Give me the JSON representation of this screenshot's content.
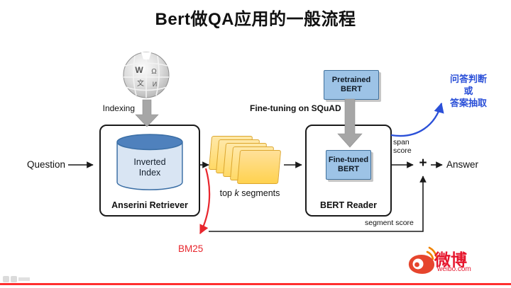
{
  "title": "Bert做QA应用的一般流程",
  "labels": {
    "indexing": "Indexing",
    "question": "Question",
    "fine_tuning": "Fine-tuning on SQuAD",
    "top_k_pre": "top ",
    "top_k_var": "k",
    "top_k_post": " segments",
    "bm25": "BM25",
    "span_score_1": "span",
    "span_score_2": "score",
    "segment_score": "segment score",
    "plus": "+",
    "answer": "Answer"
  },
  "retriever": {
    "cylinder_line1": "Inverted",
    "cylinder_line2": "Index",
    "label": "Anserini Retriever"
  },
  "reader": {
    "pretrained_line1": "Pretrained",
    "pretrained_line2": "BERT",
    "finetuned_line1": "Fine-tuned",
    "finetuned_line2": "BERT",
    "label": "BERT Reader"
  },
  "note": {
    "line1": "问答判断",
    "line2": "或",
    "line3": "答案抽取"
  },
  "footer": {
    "weibo": "微博",
    "weibo_url": "weibo.com"
  },
  "colors": {
    "accent_red": "#e8262d",
    "note_blue": "#2b50d8",
    "box_blue_fill": "#9dc3e6",
    "cylinder_blue": "#4f81bd",
    "segment_yellow": "#ffd966",
    "gray_arrow": "#a6a6a6",
    "weibo_red": "#e6162d",
    "bottom_line_red": "#ff2f2f"
  }
}
